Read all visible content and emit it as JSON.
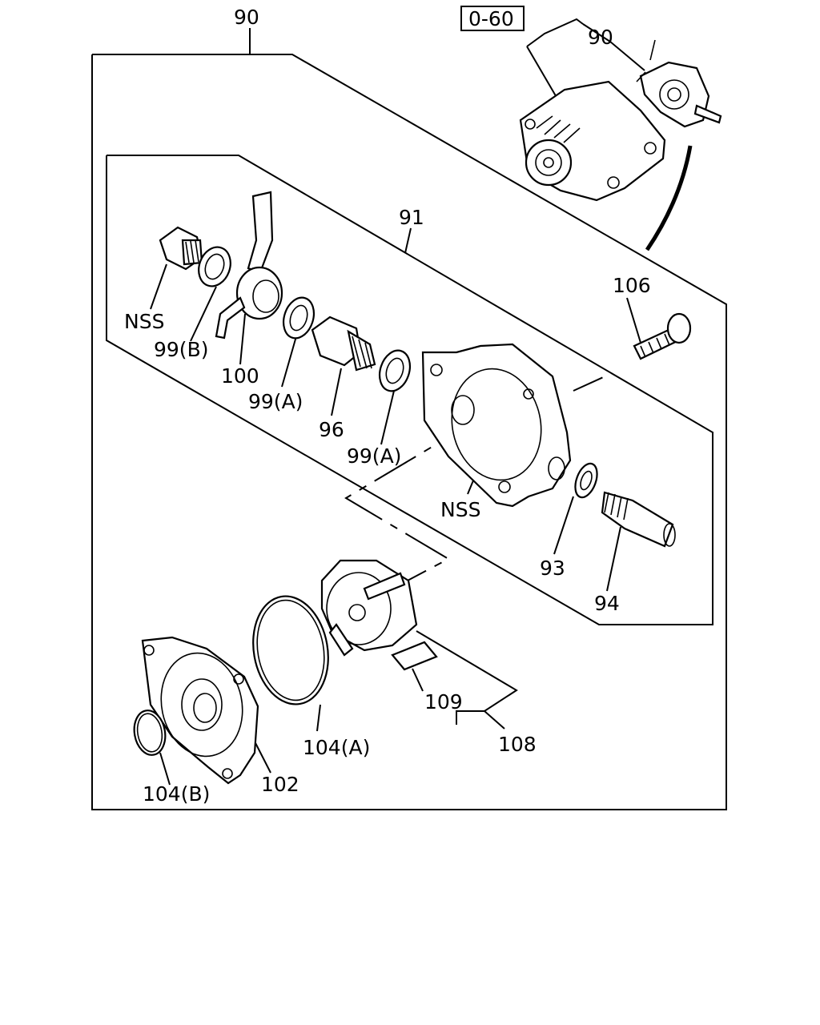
{
  "ref_box": "0-60",
  "labels": {
    "l90_top": "90",
    "l90_inset": "90",
    "l91": "91",
    "l106": "106",
    "nss_left": "NSS",
    "l99b": "99(B)",
    "l100": "100",
    "l99a_1": "99(A)",
    "l96": "96",
    "l99a_2": "99(A)",
    "nss_mid": "NSS",
    "l93": "93",
    "l94": "94",
    "l109": "109",
    "l108": "108",
    "l104a": "104(A)",
    "l104b": "104(B)",
    "l102": "102"
  },
  "icons": [
    "vacuum-pump-assembly",
    "alternator-icon",
    "banjo-bolt",
    "pump-housing",
    "rotor",
    "vane",
    "o-ring",
    "washer",
    "pump-cover"
  ]
}
